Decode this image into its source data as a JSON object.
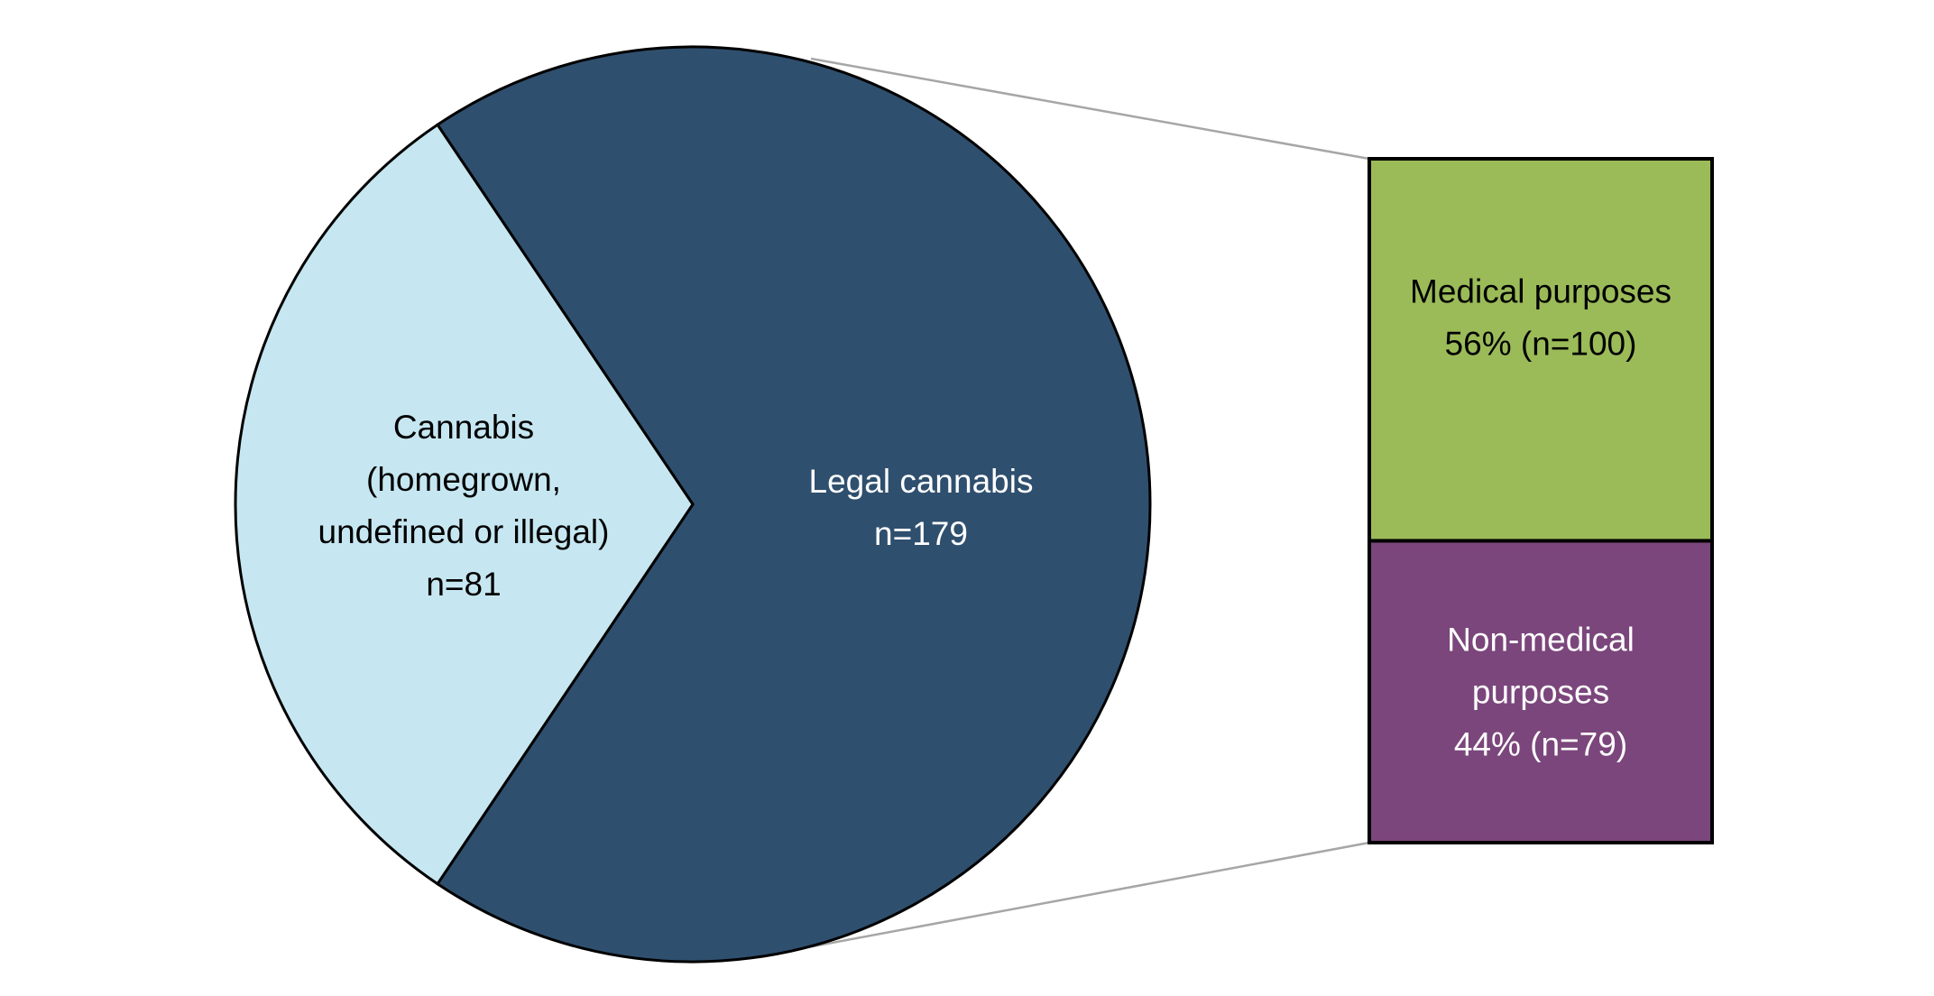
{
  "chart_data": {
    "type": "pie",
    "subtype": "bar-of-pie",
    "pie": {
      "slices": [
        {
          "name": "Legal cannabis",
          "label_lines": [
            "Legal cannabis",
            "n=179"
          ],
          "value": 179,
          "color": "#2F4F6E",
          "text_color": "#ffffff"
        },
        {
          "name": "Cannabis (homegrown, undefined or illegal)",
          "label_lines": [
            "Cannabis",
            "(homegrown,",
            "undefined or illegal)",
            "n=81"
          ],
          "value": 81,
          "color": "#C6E7F1",
          "text_color": "#000000"
        }
      ]
    },
    "breakdown": {
      "of": "Legal cannabis",
      "segments": [
        {
          "name": "Medical purposes",
          "label_lines": [
            "Medical purposes",
            "56% (n=100)"
          ],
          "value": 100,
          "percent": 56,
          "color": "#9BBB59",
          "text_color": "#000000"
        },
        {
          "name": "Non-medical purposes",
          "label_lines": [
            "Non-medical",
            "purposes",
            "44% (n=79)"
          ],
          "value": 79,
          "percent": 44,
          "color": "#7B467C",
          "text_color": "#ffffff"
        }
      ]
    }
  }
}
